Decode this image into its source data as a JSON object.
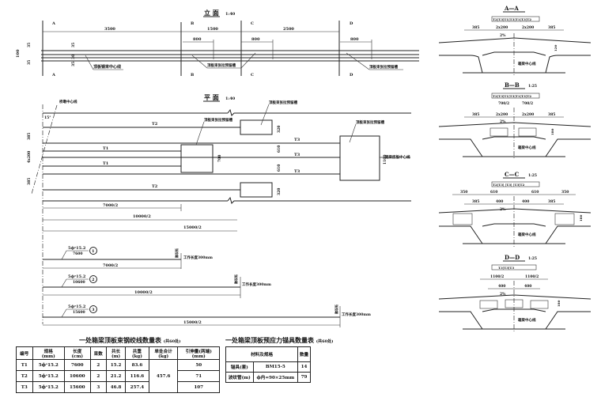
{
  "elevation": {
    "title": "立 面",
    "scale": "1:40",
    "dims_top": [
      "3500",
      "1500",
      "2500"
    ],
    "dims_sub": [
      "800",
      "800",
      "800",
      "800"
    ],
    "dims_left": [
      "35",
      "30",
      "35"
    ],
    "dims_total": "100",
    "dims_mid": [
      "35",
      "30",
      "35"
    ],
    "section_marks": [
      "A",
      "B",
      "C",
      "D"
    ],
    "labels": {
      "centerline": "顶板钢束中心线",
      "anchor_groove_1": "顶板束张拉预留槽",
      "anchor_groove_2": "顶板束张拉预留槽"
    }
  },
  "plan": {
    "title": "平 面",
    "scale": "1:40",
    "angle": "15°",
    "pier_center": "桥墩中心线",
    "girder_center": "箱梁底板中心线",
    "groove_label": "顶板束张拉预留槽",
    "dims_left": [
      "385",
      "4x200",
      "385"
    ],
    "dims_groove": [
      "320",
      "610",
      "610",
      "320"
    ],
    "dim_700": "700",
    "dim_1100": "1100",
    "tendons": [
      "T2",
      "T1",
      "T1",
      "T2",
      "T3",
      "T3",
      "T3"
    ],
    "lengths": [
      "7000/2",
      "10000/2",
      "15000/2"
    ]
  },
  "tendon_details": [
    {
      "spec": "5ϕˢ15.2",
      "length": "7600",
      "num": "1",
      "half": "7000/2",
      "work": "工作长度300mm",
      "note": "张拉端"
    },
    {
      "spec": "5ϕˢ15.2",
      "length": "10600",
      "num": "2",
      "half": "10000/2",
      "work": "工作长度300mm",
      "note": "张拉端"
    },
    {
      "spec": "5ϕˢ15.2",
      "length": "15600",
      "num": "3",
      "half": "15000/2",
      "work": "工作长度300mm",
      "note": "张拉端"
    }
  ],
  "sections": [
    {
      "name": "A—A",
      "scale": "",
      "tendon_row": "T2|T3|T1|T3|T1|T3|T2",
      "dims": [
        "385",
        "2x200",
        "2x200",
        "385"
      ],
      "slope": "2%",
      "h": "120",
      "center": "箱梁中心线"
    },
    {
      "name": "B—B",
      "scale": "1:25",
      "tendon_row": "T2|T3|T1|T3|T1|T3|T2",
      "dims_upper": [
        "700/2",
        "700/2"
      ],
      "dims": [
        "385",
        "2x200",
        "2x200",
        "385"
      ],
      "slope": "2%",
      "h": "180",
      "center": "箱梁中心线"
    },
    {
      "name": "C—C",
      "scale": "1:25",
      "tendon_row": "T2|T3| |T3| |T3|T2",
      "dims_upper": [
        "350",
        "610",
        "610",
        "350"
      ],
      "dims": [
        "385",
        "400",
        "400",
        "385"
      ],
      "slope": "2%",
      "h": "180",
      "center": "箱梁中心线"
    },
    {
      "name": "D—D",
      "scale": "1:25",
      "tendon_row": "T3|T3|T3",
      "dims_upper": [
        "1100/2",
        "1100/2"
      ],
      "dims": [
        "400",
        "400"
      ],
      "slope": "2%",
      "h": "180",
      "center": "箱梁中心线"
    }
  ],
  "table1": {
    "title": "一处箱梁顶板束钢绞线数量表",
    "note": "(共60处)",
    "headers": [
      "编号",
      "规格\n(mm)",
      "长度\n(cm)",
      "束数",
      "共长\n(m)",
      "共重\n(kg)",
      "单处合计\n(kg)",
      "引伸量(两端)\n(mm)"
    ],
    "rows": [
      [
        "T1",
        "5ϕˢ15.2",
        "7600",
        "2",
        "15.2",
        "83.6",
        "50"
      ],
      [
        "T2",
        "5ϕˢ15.2",
        "10600",
        "2",
        "21.2",
        "116.6",
        "71"
      ],
      [
        "T3",
        "5ϕˢ15.2",
        "15600",
        "3",
        "46.8",
        "257.4",
        "107"
      ]
    ],
    "total": "457.6"
  },
  "table2": {
    "title": "一处箱梁顶板预应力锚具数量表",
    "note": "(共60处)",
    "headers": [
      "材料及规格",
      "数量"
    ],
    "rows": [
      [
        "锚具(套)",
        "BM15-5",
        "14"
      ],
      [
        "波纹管(m)",
        "ϕ内=90×25mm",
        "79"
      ]
    ]
  }
}
